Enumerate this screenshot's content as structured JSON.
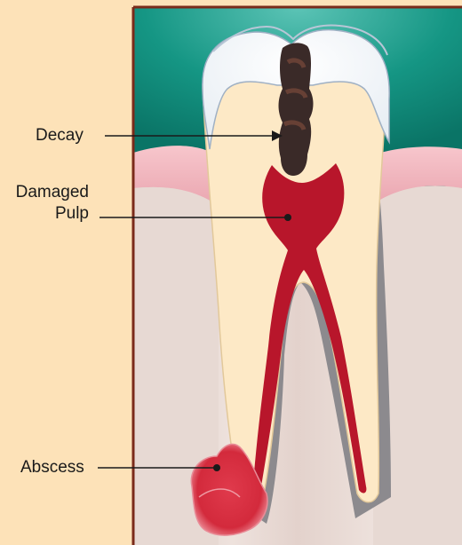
{
  "labels": {
    "decay": "Decay",
    "damaged_line1": "Damaged",
    "damaged_line2": "Pulp",
    "abscess": "Abscess"
  },
  "colors": {
    "background": "#fde2b8",
    "frame": "#7a2b1a",
    "gum_outer": "#0f8a7c",
    "gum_pink": "#f2b7bf",
    "bone": "#e9dcd6",
    "enamel": "#ffffff",
    "dentin": "#fde9c6",
    "pulp": "#b8162b",
    "decay": "#3a2a28",
    "abscess": "#d42a3e",
    "leader": "#1a1a1a"
  }
}
